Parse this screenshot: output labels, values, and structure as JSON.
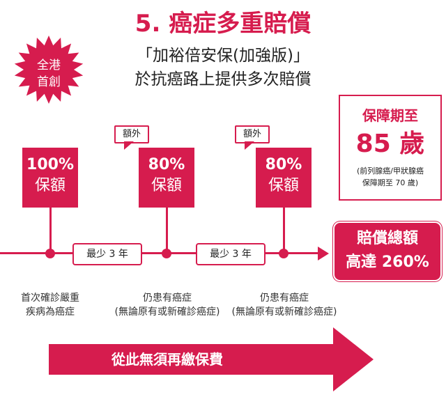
{
  "title": "5.  癌症多重賠償",
  "subtitle_line1": "「加裕倍安保(加強版)」",
  "subtitle_line2": "於抗癌路上提供多次賠償",
  "badge": {
    "line1": "全港",
    "line2": "首創"
  },
  "milestones": [
    {
      "pct": "100%",
      "label": "保額",
      "tag": "",
      "caption1": "首次確診嚴重",
      "caption2": "疾病為癌症"
    },
    {
      "pct": "80%",
      "label": "保額",
      "tag": "額外",
      "caption1": "仍患有癌症",
      "caption2": "(無論原有或新確診癌症)"
    },
    {
      "pct": "80%",
      "label": "保額",
      "tag": "額外",
      "caption1": "仍患有癌症",
      "caption2": "(無論原有或新確診癌症)"
    }
  ],
  "gaps": [
    "最少 3 年",
    "最少 3 年"
  ],
  "coverage": {
    "heading": "保障期至",
    "age": "85 歲",
    "note1": "(前列腺癌/甲狀腺癌",
    "note2": "保障期至 70 歲)"
  },
  "total": {
    "line1": "賠償總額",
    "line2": "高達 260%"
  },
  "arrow_text": "從此無須再繳保費",
  "colors": {
    "accent": "#d61c4e"
  }
}
